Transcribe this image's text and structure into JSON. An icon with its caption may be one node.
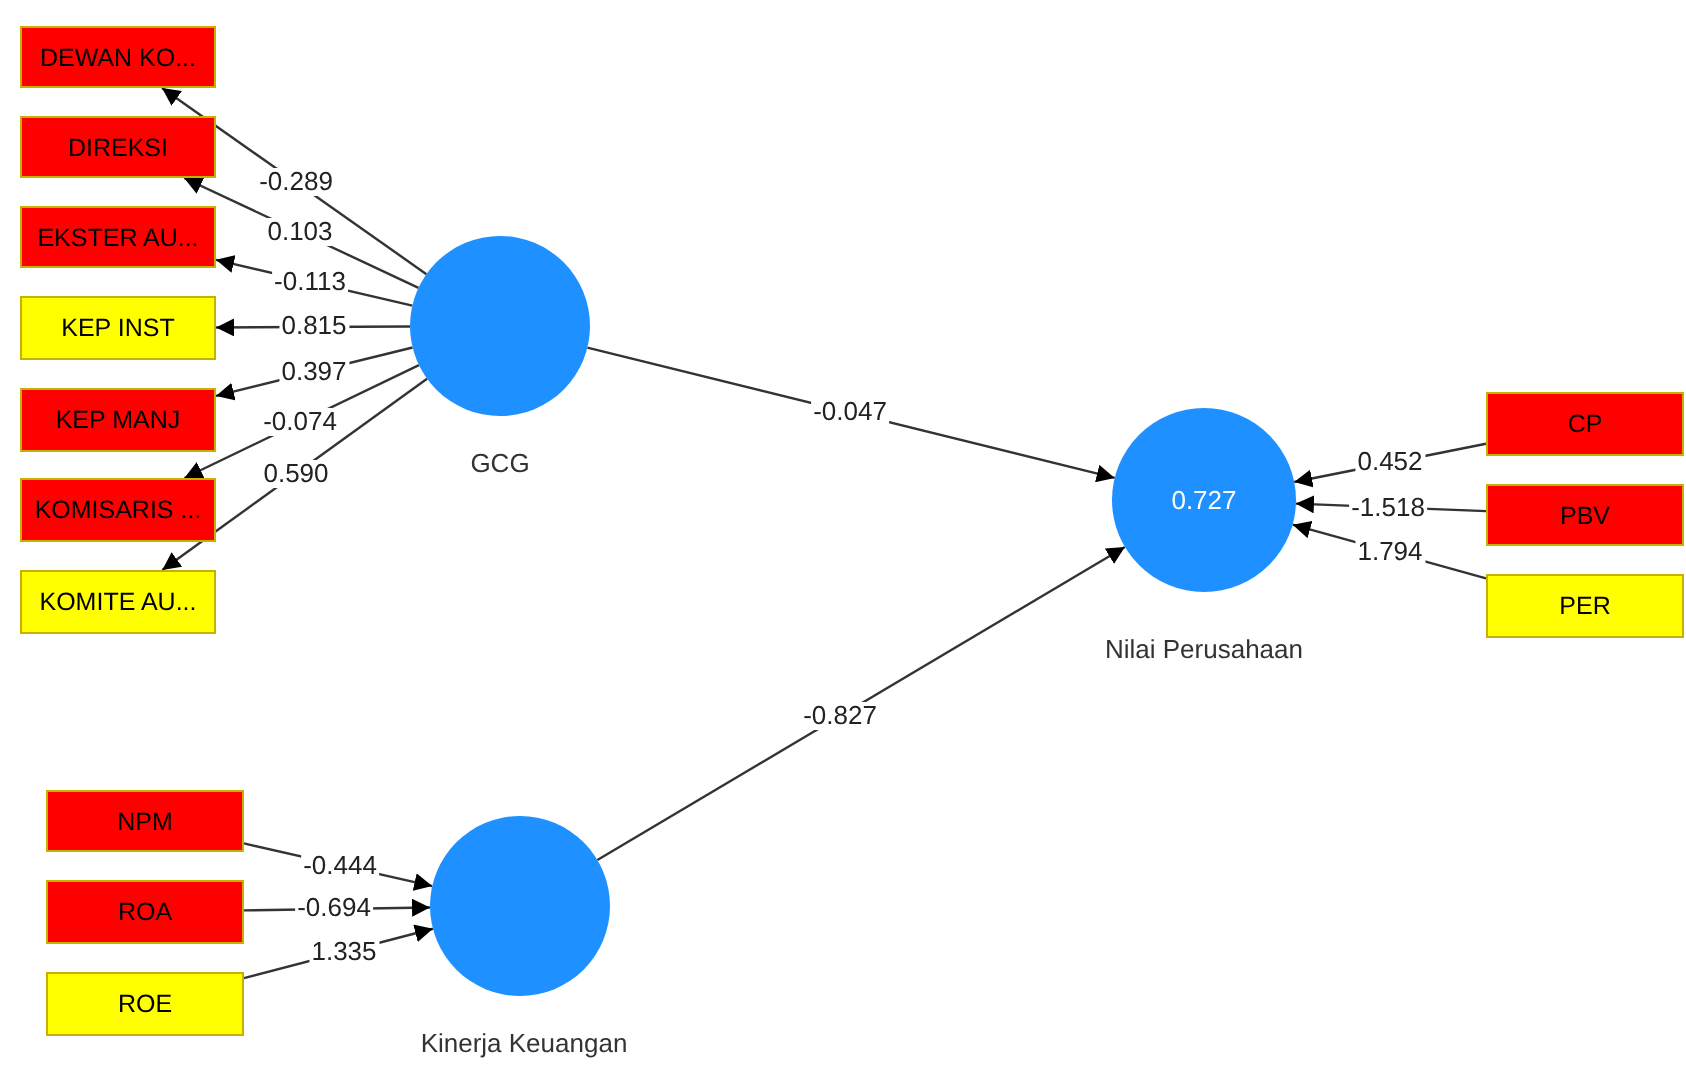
{
  "diagram": {
    "nodes": [
      {
        "text": [],
        "shape": "circle",
        "beside": [
          "GCG"
        ]
      },
      {
        "text": [
          "DEWAN KO..."
        ]
      },
      {
        "text": [
          "DIREKSI"
        ]
      },
      {
        "text": [
          "EKSTER AU..."
        ]
      },
      {
        "text": [
          "KEP INST"
        ]
      },
      {
        "text": [
          "KEP MANJ"
        ]
      },
      {
        "text": [
          "KOMISARIS ..."
        ]
      },
      {
        "text": [
          "KOMITE AU..."
        ]
      },
      {
        "text": [
          "0.727"
        ],
        "beside": [
          "Nilai Perusahaan"
        ]
      },
      {
        "text": [
          "CP"
        ]
      },
      {
        "text": [
          "PBV"
        ]
      },
      {
        "text": [
          "PER"
        ]
      },
      {
        "text": [],
        "shape": "circle",
        "beside": [
          "Kinerja Keuangan"
        ]
      },
      {
        "text": [
          "NPM"
        ]
      },
      {
        "text": [
          "ROA"
        ]
      },
      {
        "text": [
          "ROE"
        ]
      }
    ],
    "edges": [
      {
        "from": 0,
        "to": 1,
        "arrow": "to",
        "label": "-0.289"
      },
      {
        "from": 0,
        "to": 2,
        "arrow": "to",
        "label": "0.103"
      },
      {
        "from": 0,
        "to": 3,
        "arrow": "to",
        "label": "-0.113"
      },
      {
        "from": 0,
        "to": 4,
        "arrow": "to",
        "label": "0.815"
      },
      {
        "from": 0,
        "to": 5,
        "arrow": "to",
        "label": "0.397"
      },
      {
        "from": 0,
        "to": 6,
        "arrow": "to",
        "label": "-0.074"
      },
      {
        "from": 0,
        "to": 7,
        "arrow": "to",
        "label": "0.590"
      },
      {
        "from": 0,
        "to": 8,
        "arrow": "to",
        "label": "-0.047"
      },
      {
        "from": 12,
        "to": 8,
        "arrow": "to",
        "label": "-0.827"
      },
      {
        "from": 9,
        "to": 8,
        "arrow": "to",
        "label": "0.452"
      },
      {
        "from": 10,
        "to": 8,
        "arrow": "to",
        "label": "-1.518"
      },
      {
        "from": 11,
        "to": 8,
        "arrow": "to",
        "label": "1.794"
      },
      {
        "from": 13,
        "to": 12,
        "arrow": "to",
        "label": "-0.444"
      },
      {
        "from": 14,
        "to": 12,
        "arrow": "to",
        "label": "-0.694"
      },
      {
        "from": 15,
        "to": 12,
        "arrow": "to",
        "label": "1.335"
      }
    ]
  }
}
